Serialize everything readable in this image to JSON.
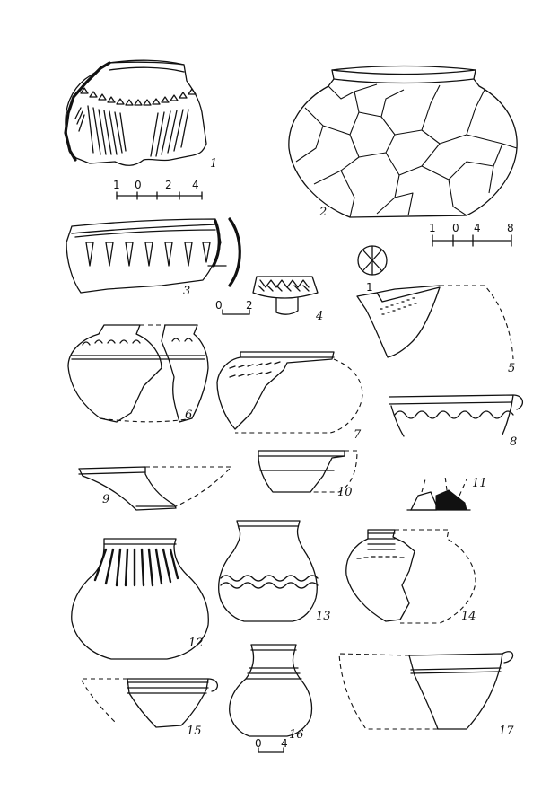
{
  "figure_labels": {
    "v1": "1",
    "v2": "2",
    "v3": "3",
    "v4": "4",
    "v5": "5",
    "v6": "6",
    "v7": "7",
    "v8": "8",
    "v9": "9",
    "v10": "10",
    "v11": "11",
    "v12": "12",
    "v13": "13",
    "v14": "14",
    "v15": "15",
    "v16": "16",
    "v17": "17"
  },
  "scales": {
    "scale1": [
      "1",
      "0",
      "2",
      "4"
    ],
    "scale2": [
      "1",
      "0",
      "4",
      "8"
    ],
    "scale3": [
      "0",
      "2"
    ],
    "scale4": [
      "0",
      "4"
    ]
  },
  "vessel5_detail_label": "1"
}
